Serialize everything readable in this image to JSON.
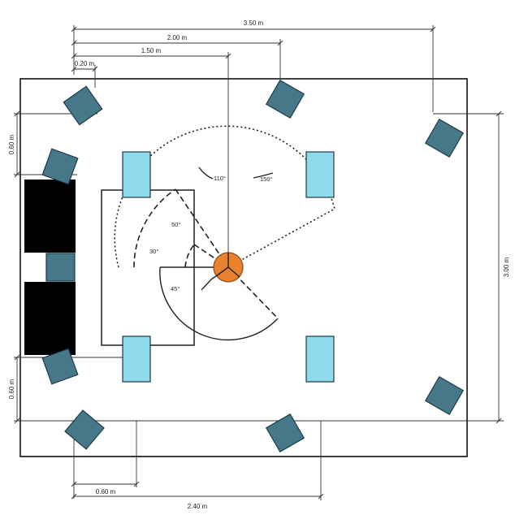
{
  "dimensions": {
    "width_total": "3.50 m",
    "width_2m": "2.00 m",
    "width_15m": "1.50 m",
    "width_02m": "0.20 m",
    "left_top": "0.60 m",
    "left_bottom": "0.60 m",
    "right_height": "3.00 m",
    "bottom_060": "0.60 m",
    "bottom_240": "2.40 m"
  },
  "angles": {
    "a110": "110°",
    "a150": "150°",
    "a50": "50°",
    "a30": "30°",
    "a45": "45°"
  },
  "colors": {
    "speaker": "#46788a",
    "light": "#8fdaec",
    "seat": "#e8822e",
    "sofa": "#000000"
  }
}
